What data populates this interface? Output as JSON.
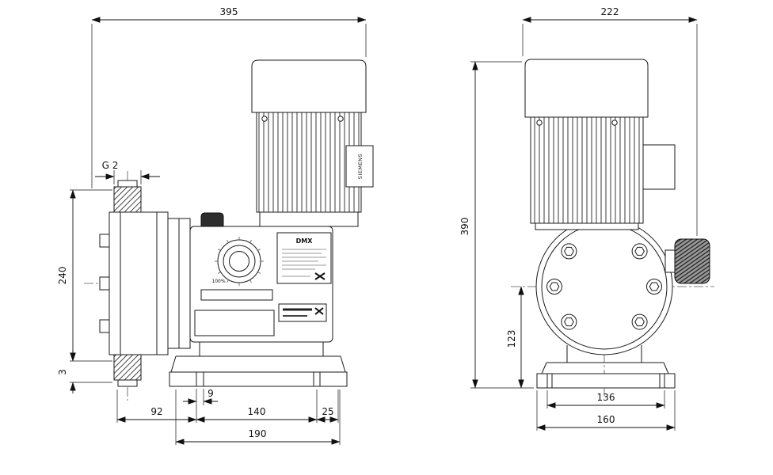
{
  "views": {
    "left": {
      "dim_overall_width": "395",
      "dim_thread": "G 2",
      "dim_height": "240",
      "dim_foot": "3",
      "dim_slot": "9",
      "dim_a": "92",
      "dim_b": "140",
      "dim_c": "25",
      "dim_base": "190",
      "motor_brand": "SIEMENS",
      "model": "DMX",
      "knob_max": "100%"
    },
    "right": {
      "dim_overall_width": "222",
      "dim_overall_height": "390",
      "dim_center": "123",
      "dim_slot_span": "136",
      "dim_base": "160"
    }
  },
  "colors": {
    "line": "#1a1a1a",
    "background": "#ffffff"
  }
}
